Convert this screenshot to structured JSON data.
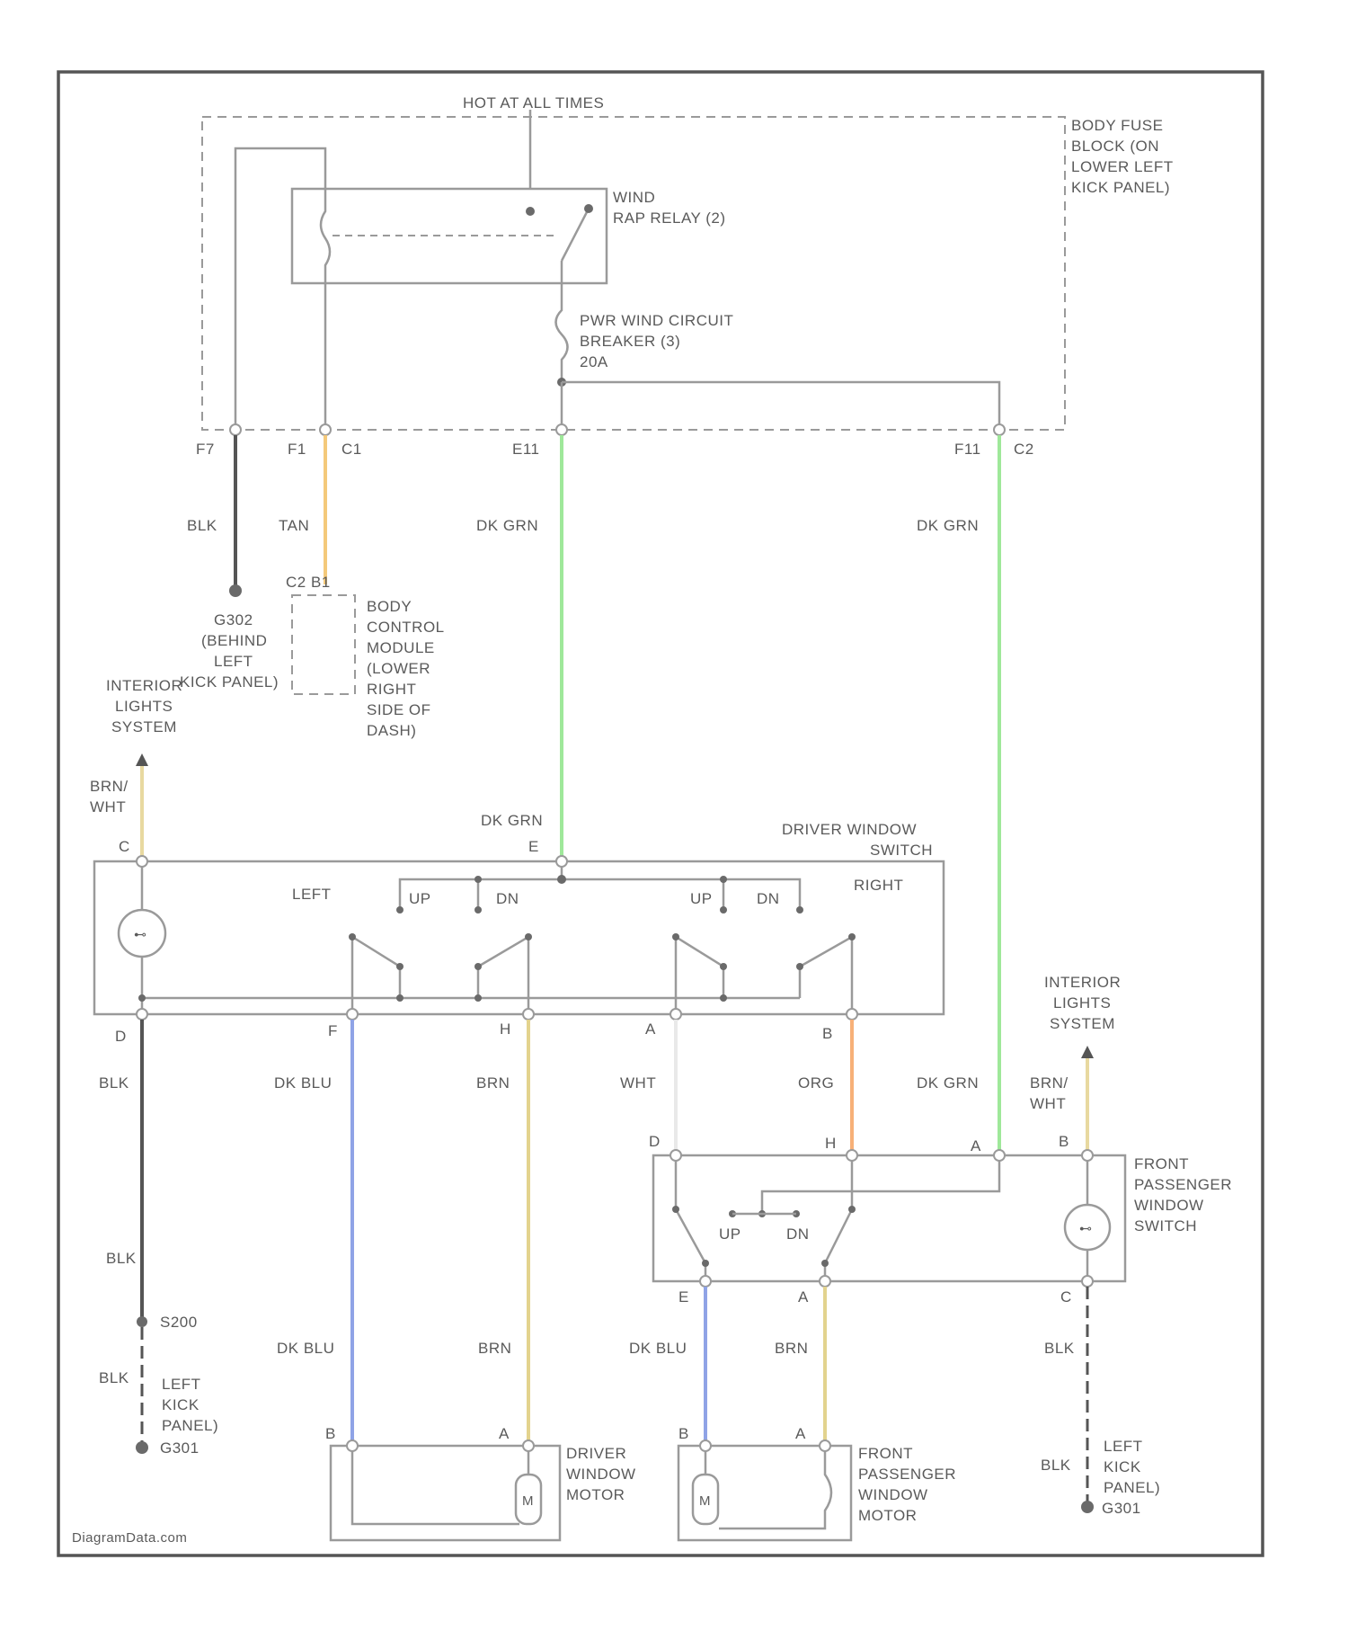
{
  "colors": {
    "green": "#9fe89a",
    "tan": "#f4c97a",
    "blue": "#8fa3e6",
    "brown": "#e3d38e",
    "orange": "#f7b078",
    "white": "#e9e9e9",
    "black": "#555555",
    "brn_wht": "#e8d9a0"
  },
  "labels": {
    "hot_at_all_times": "HOT AT ALL TIMES",
    "body_fuse_block": [
      "BODY FUSE",
      "BLOCK (ON",
      "LOWER LEFT",
      "KICK PANEL)"
    ],
    "relay": [
      "WIND",
      "RAP RELAY (2)"
    ],
    "breaker": [
      "PWR WIND CIRCUIT",
      "BREAKER (3)",
      "20A"
    ],
    "pin_f7": "F7",
    "pin_f1": "F1",
    "pin_c1": "C1",
    "pin_e11": "E11",
    "pin_f11": "F11",
    "pin_c2": "C2",
    "wire_blk_top": "BLK",
    "wire_tan": "TAN",
    "wire_dkgrn_1": "DK GRN",
    "wire_dkgrn_2": "DK GRN",
    "ground_g302": [
      "G302",
      "(BEHIND",
      "LEFT",
      "KICK PANEL)"
    ],
    "bcm_pins": "C2  B1",
    "bcm": [
      "BODY",
      "CONTROL",
      "MODULE",
      "(LOWER",
      "RIGHT",
      "SIDE OF",
      "DASH)"
    ],
    "interior_lights_left": [
      "INTERIOR",
      "LIGHTS",
      "SYSTEM"
    ],
    "wire_brnwht_left": [
      "BRN/",
      "WHT"
    ],
    "pin_c_left": "C",
    "wire_dkgrn_3": "DK GRN",
    "pin_e_dws": "E",
    "driver_window_switch": [
      "DRIVER WINDOW",
      "SWITCH"
    ],
    "left": "LEFT",
    "right": "RIGHT",
    "up1": "UP",
    "dn1": "DN",
    "up2": "UP",
    "dn2": "DN",
    "pin_d": "D",
    "pin_f": "F",
    "pin_h": "H",
    "pin_a": "A",
    "pin_b": "B",
    "wire_blk_1": "BLK",
    "wire_dkblu_1": "DK BLU",
    "wire_brn_1": "BRN",
    "wire_wht": "WHT",
    "wire_org": "ORG",
    "wire_dkgrn_4": "DK GRN",
    "interior_lights_right": [
      "INTERIOR",
      "LIGHTS",
      "SYSTEM"
    ],
    "wire_brnwht_right": [
      "BRN/",
      "WHT"
    ],
    "pin_b_right": "B",
    "pin_d_fpws": "D",
    "pin_h_fpws": "H",
    "pin_a_fpws": "A",
    "front_pass_switch": [
      "FRONT",
      "PASSENGER",
      "WINDOW",
      "SWITCH"
    ],
    "up3": "UP",
    "dn3": "DN",
    "pin_e_fpws": "E",
    "pin_a_fpws2": "A",
    "pin_c_fpws": "C",
    "wire_blk_2": "BLK",
    "s200": "S200",
    "wire_blk_3": "BLK",
    "left_kick_1": [
      "LEFT",
      "KICK",
      "PANEL)"
    ],
    "g301": "G301",
    "wire_dkblu_2": "DK BLU",
    "wire_brn_2": "BRN",
    "wire_dkblu_3": "DK BLU",
    "wire_brn_3": "BRN",
    "wire_blk_4": "BLK",
    "wire_blk_5": "BLK",
    "left_kick_2": [
      "LEFT",
      "KICK",
      "PANEL)"
    ],
    "g301_b": "G301",
    "pin_b_dwm": "B",
    "pin_a_dwm": "A",
    "driver_window_motor": [
      "DRIVER",
      "WINDOW",
      "MOTOR"
    ],
    "pin_b_fpwm": "B",
    "pin_a_fpwm": "A",
    "front_pass_motor": [
      "FRONT",
      "PASSENGER",
      "WINDOW",
      "MOTOR"
    ],
    "motor_m": "M",
    "watermark": "DiagramData.com"
  }
}
